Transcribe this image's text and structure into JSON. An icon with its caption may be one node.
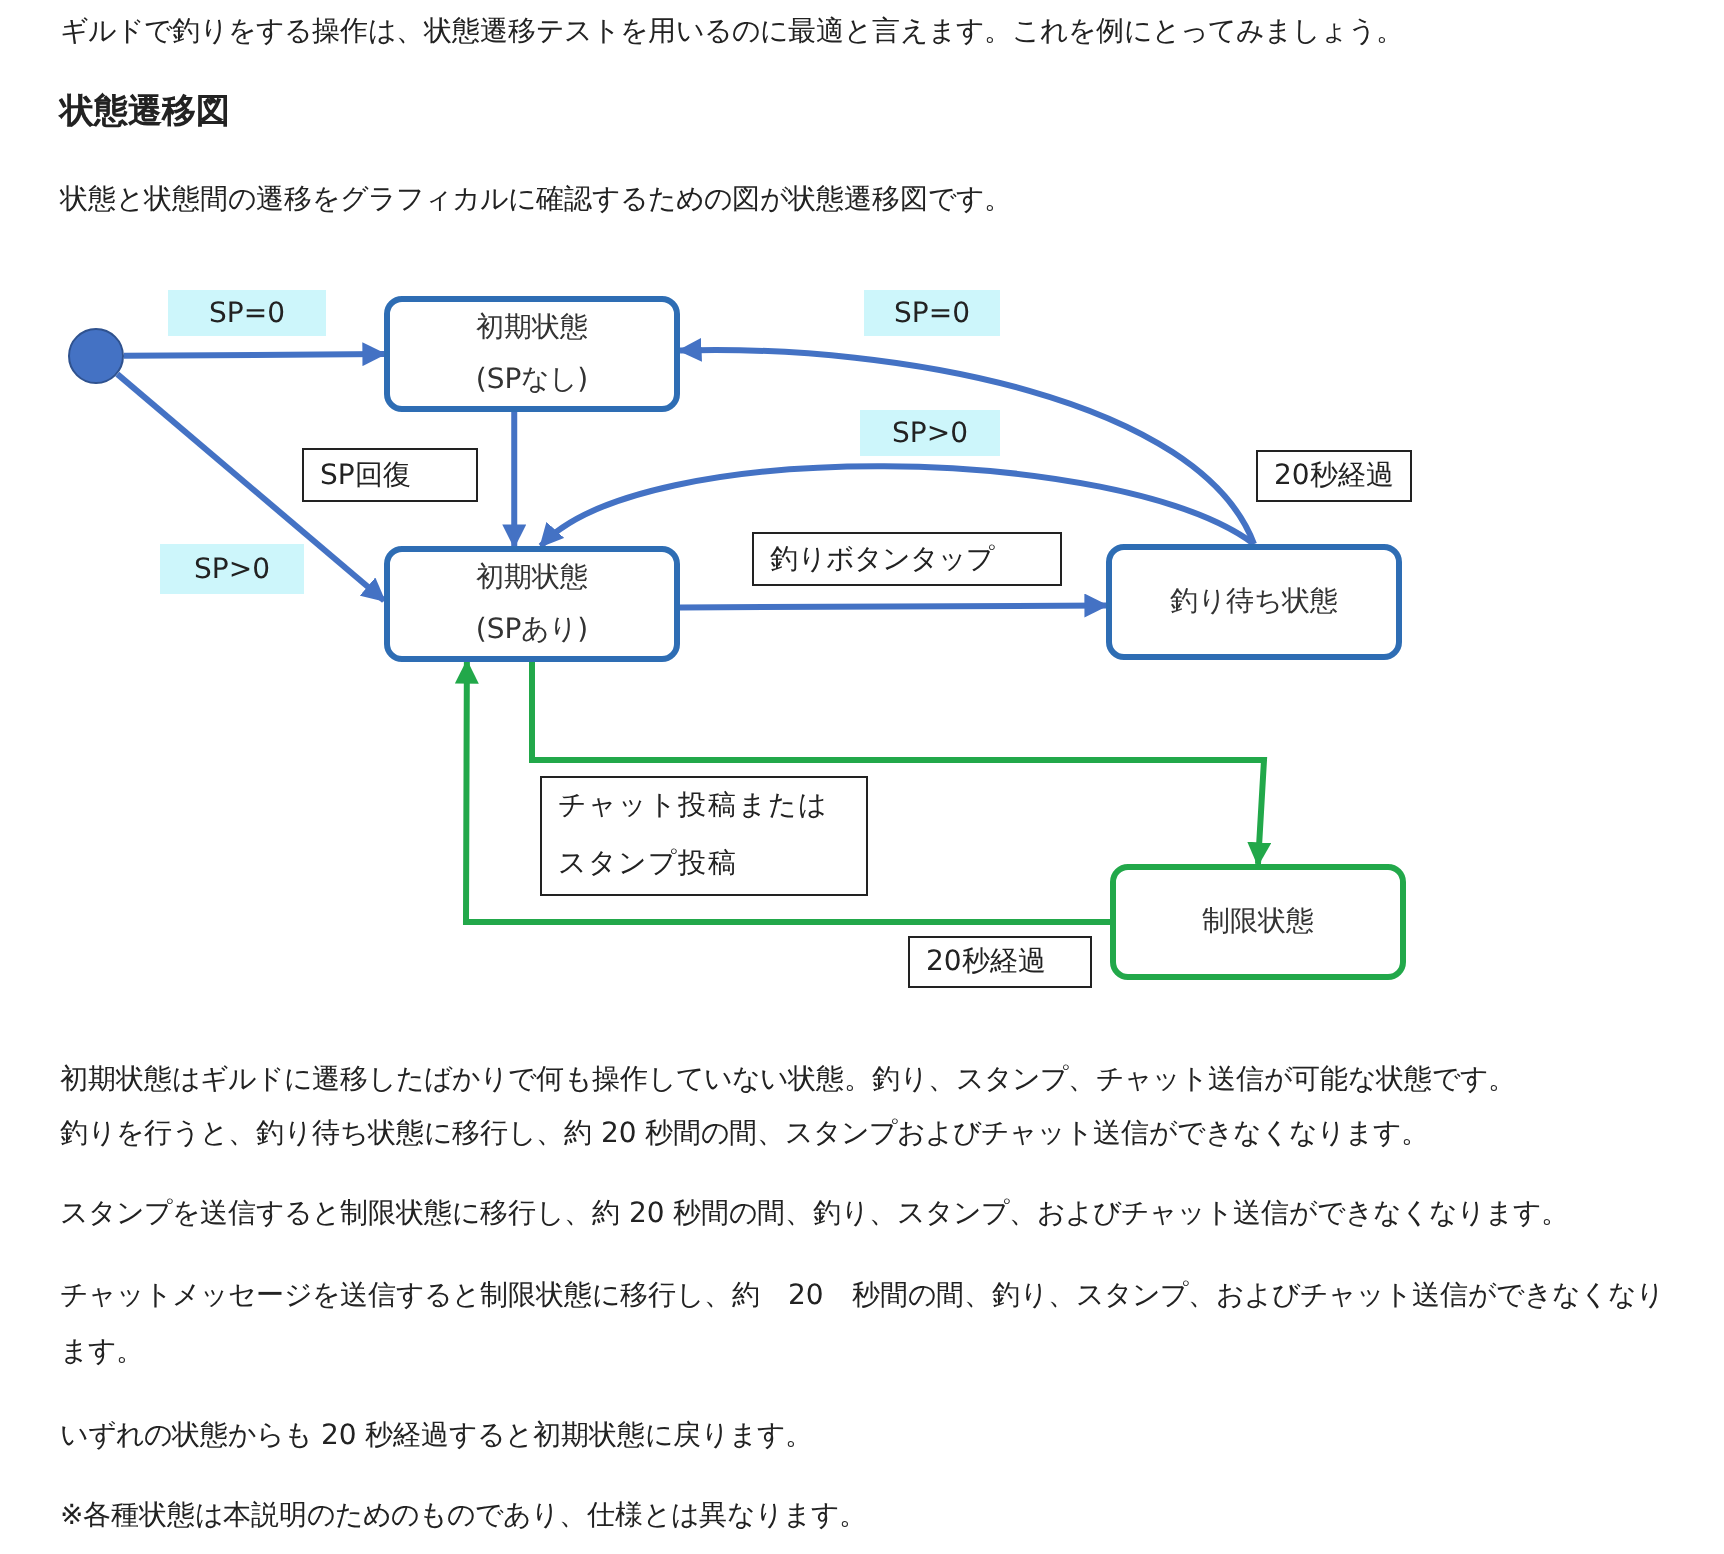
{
  "diagram": {
    "title": "状態遷移図",
    "nodes": [
      {
        "text": [],
        "shape": "circle"
      },
      {
        "text": [
          "初期状態",
          "(SPなし)"
        ]
      },
      {
        "text": [
          "初期状態",
          "(SPあり)"
        ]
      },
      {
        "text": [
          "釣り待ち状態"
        ]
      },
      {
        "text": [
          "制限状態"
        ]
      }
    ],
    "edges": [
      {
        "from": 0,
        "to": 1,
        "arrow": "to",
        "label": "SP=0"
      },
      {
        "from": 0,
        "to": 2,
        "arrow": "to",
        "label": "SP>0"
      },
      {
        "from": 1,
        "to": 2,
        "arrow": "to",
        "label": "SP回復"
      },
      {
        "from": 2,
        "to": 3,
        "arrow": "to",
        "label": "釣りボタンタップ"
      },
      {
        "from": 3,
        "to": 1,
        "arrow": "to",
        "label": "SP=0"
      },
      {
        "from": 3,
        "to": 2,
        "arrow": "to",
        "label": "SP>0"
      },
      {
        "from": 2,
        "to": 4,
        "arrow": "to",
        "label": "チャット投稿またはスタンプ投稿",
        "color": "#22a84a"
      },
      {
        "from": 4,
        "to": 2,
        "arrow": "to",
        "label": "20秒経過",
        "color": "#22a84a"
      }
    ],
    "labels": [
      "ギルドで釣りをする操作は、状態遷移テストを用いるのに最適と言えます。これを例にとってみましょう。",
      "状態と状態間の遷移をグラフィカルに確認するための図が状態遷移図です。",
      "20秒経過",
      "初期状態はギルドに遷移したばかりで何も操作していない状態。釣り、スタンプ、チャット送信が可能な状態です。",
      "釣りを行うと、釣り待ち状態に移行し、約 20 秒間の間、スタンプおよびチャット送信ができなくなります。",
      "スタンプを送信すると制限状態に移行し、約 20 秒間の間、釣り、スタンプ、およびチャット送信ができなくなります。",
      "チャットメッセージを送信すると制限状態に移行し、約　20　秒間の間、釣り、スタンプ、およびチャット送信ができなくなります。",
      "いずれの状態からも 20 秒経過すると初期状態に戻ります。",
      "※各種状態は本説明のためのものであり、仕様とは異なります。"
    ]
  }
}
